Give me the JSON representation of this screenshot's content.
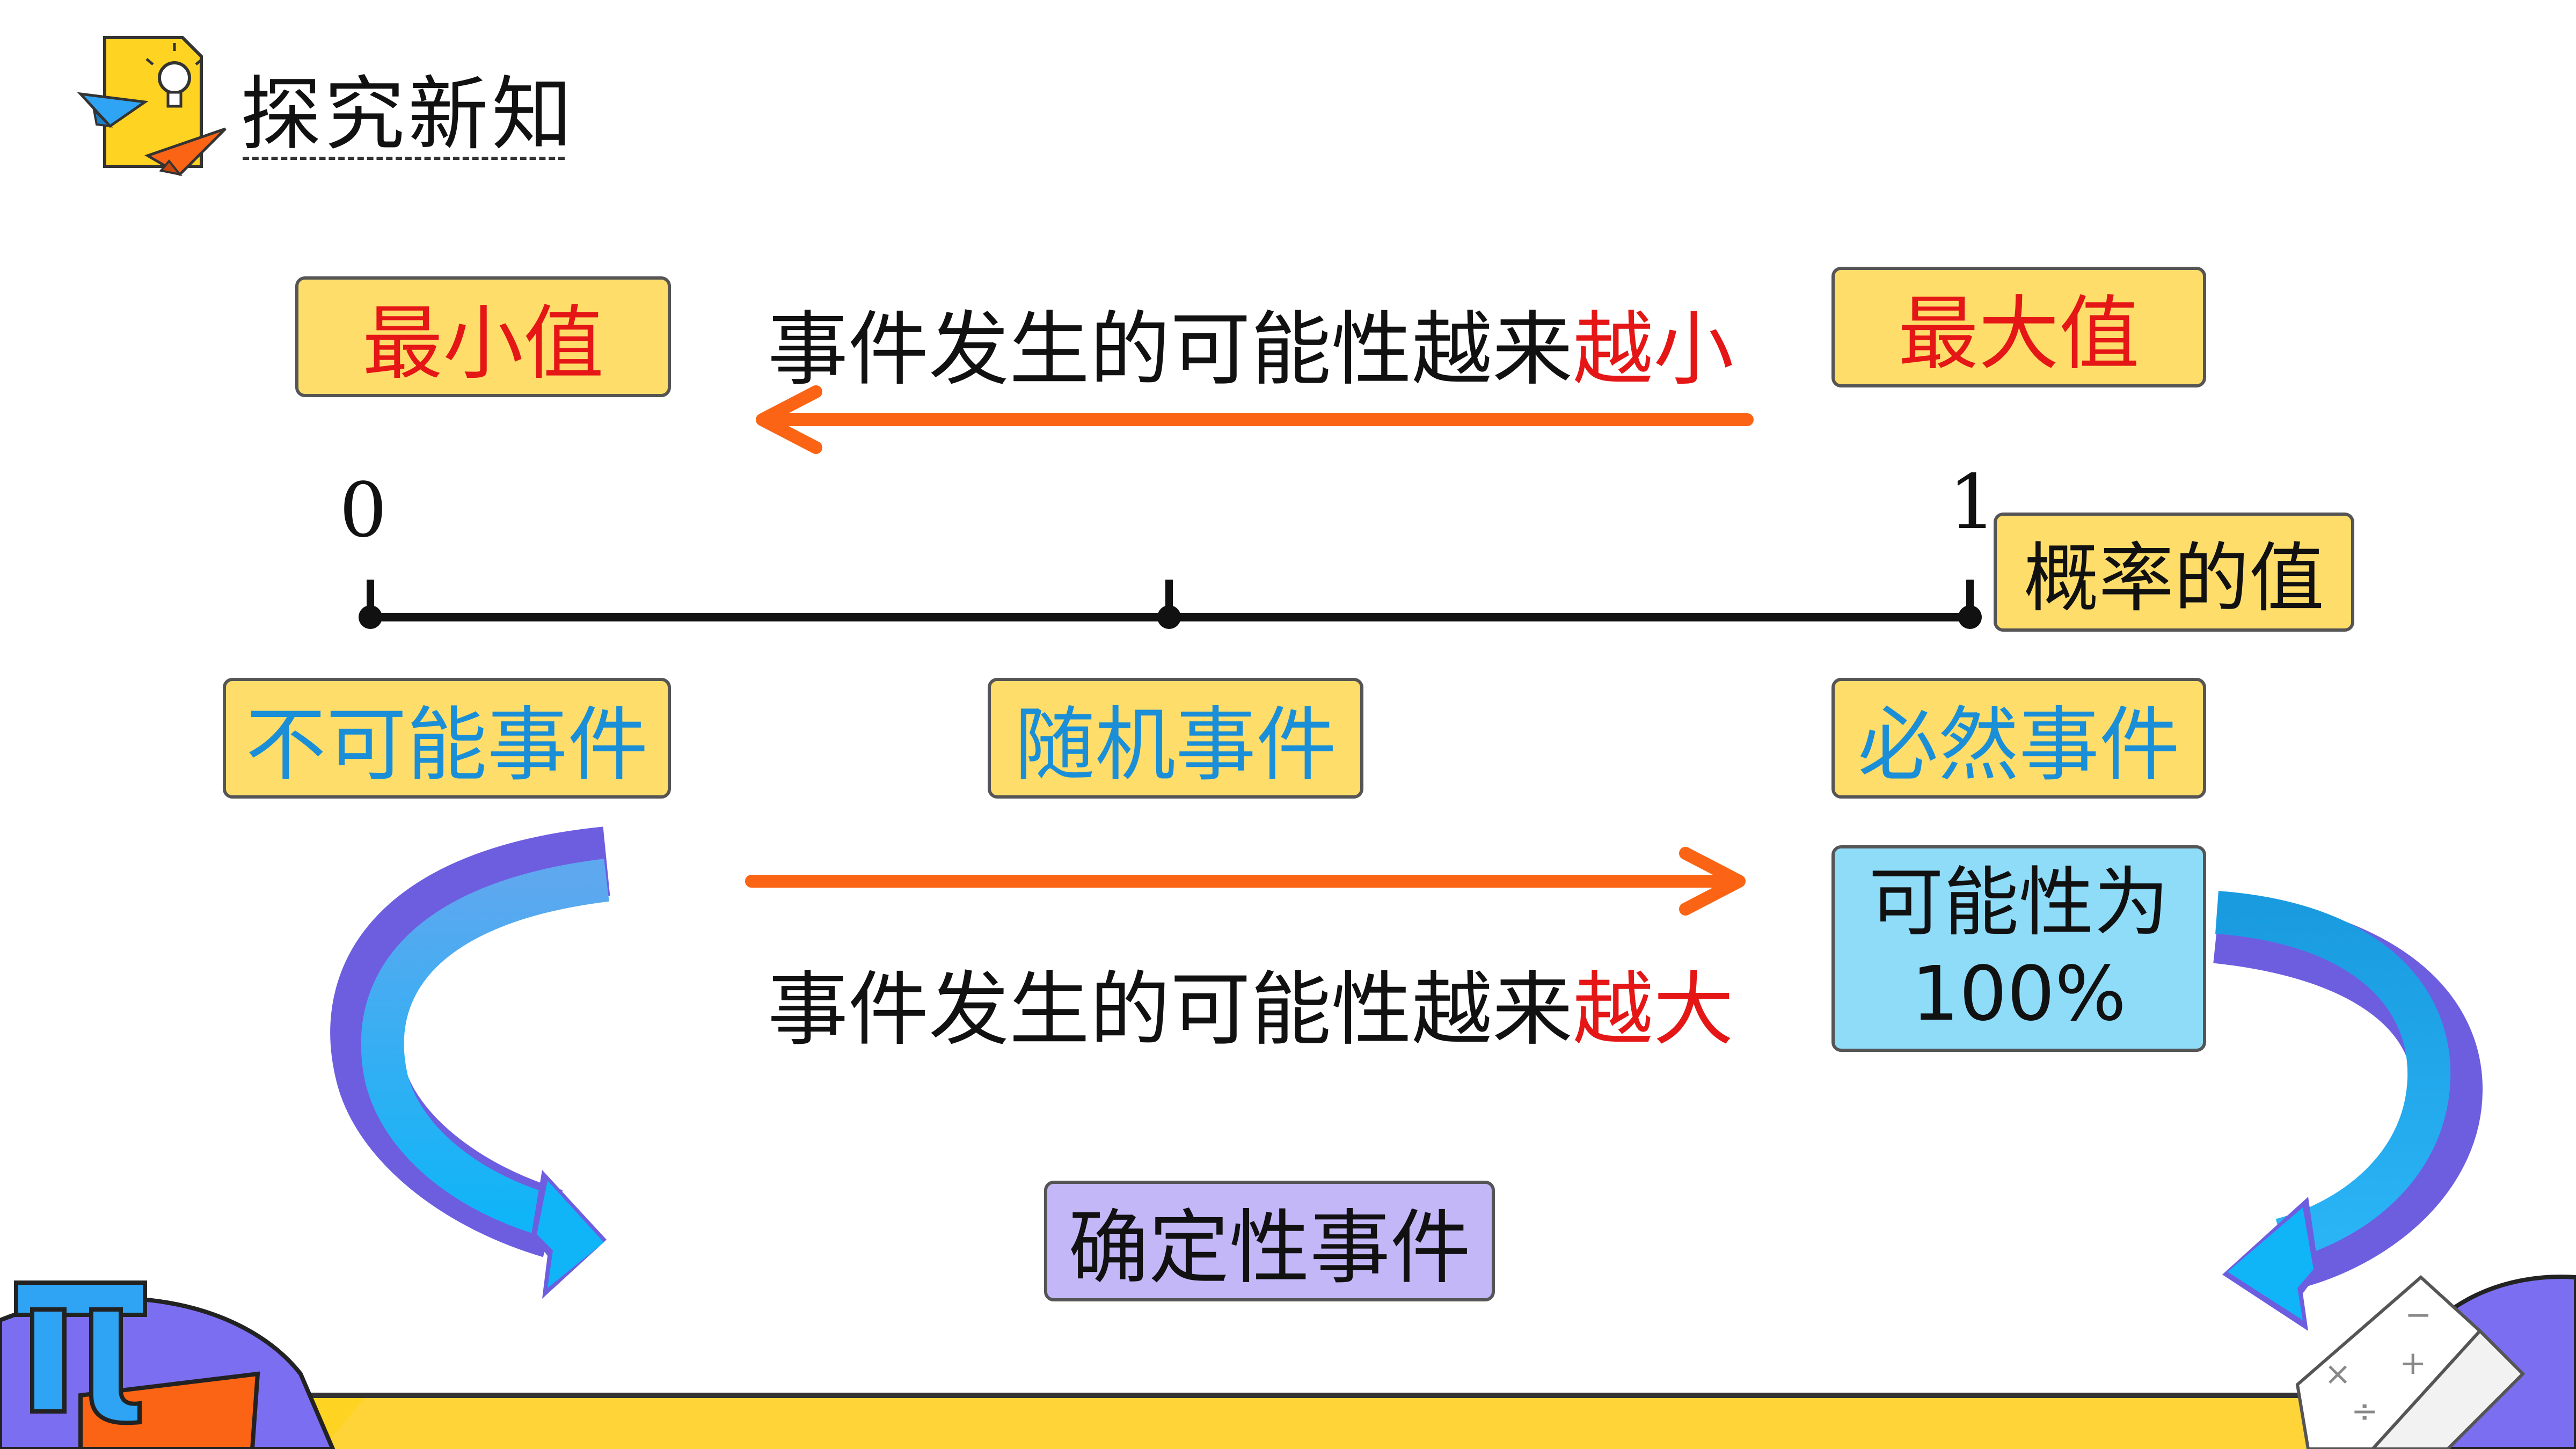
{
  "header": {
    "title": "探究新知",
    "icon": "lightbulb-paper-plane-icon"
  },
  "scale": {
    "start_label": "0",
    "end_label": "1",
    "probability_label": "概率的值"
  },
  "labels": {
    "min_value": "最小值",
    "max_value": "最大值",
    "impossible_event": "不可能事件",
    "random_event": "随机事件",
    "certain_event": "必然事件",
    "possibility_100_line1": "可能性为",
    "possibility_100_line2": "100%",
    "deterministic_event": "确定性事件"
  },
  "sentences": {
    "smaller_prefix": "事件发生的可能性越来",
    "smaller_suffix": "越小",
    "larger_prefix": "事件发生的可能性越来",
    "larger_suffix": "越大"
  },
  "decor": {
    "bottom_left": "pi-symbol-icon",
    "bottom_right": "open-math-book-icon"
  },
  "colors": {
    "box_yellow": "#fedd6a",
    "box_blue": "#8fdcf9",
    "box_purple": "#c3b7f7",
    "arrow_orange": "#fa6414",
    "text_red": "#e51616",
    "text_blue": "#1a8fd8",
    "curve_blue": "#22aef0",
    "curve_purple": "#6d5ee0"
  }
}
